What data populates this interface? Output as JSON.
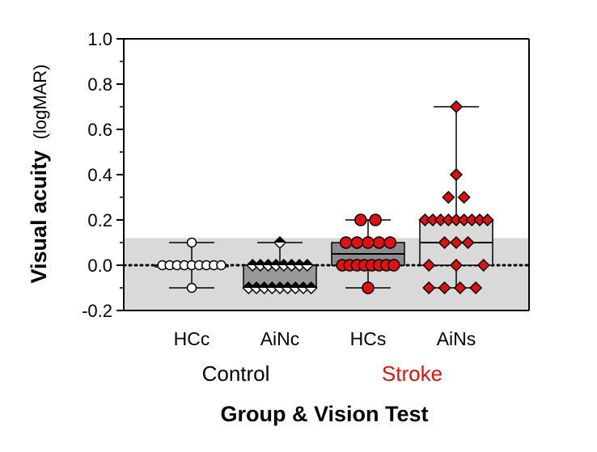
{
  "chart_data": {
    "type": "box",
    "ylabel": "Visual acuity",
    "ylabel_unit": "(logMAR)",
    "xlabel": "Group & Vision Test",
    "ylim": [
      -0.2,
      1.0
    ],
    "yticks": [
      -0.2,
      0.0,
      0.2,
      0.4,
      0.6,
      0.8,
      1.0
    ],
    "ytick_labels": [
      "-0.2",
      "0.0",
      "0.2",
      "0.4",
      "0.6",
      "0.8",
      "1.0"
    ],
    "grid": false,
    "reference_band": {
      "y0": -0.2,
      "y1": 0.12,
      "color": "#d9d9d9"
    },
    "reference_line": {
      "y": 0.0,
      "style": "dotted"
    },
    "categories": [
      "HCc",
      "AiNc",
      "HCs",
      "AiNs"
    ],
    "groups": [
      {
        "label": "Control",
        "categories": [
          "HCc",
          "AiNc"
        ],
        "color": "#000000"
      },
      {
        "label": "Stroke",
        "categories": [
          "HCs",
          "AiNs"
        ],
        "color": "#e01010"
      }
    ],
    "series": [
      {
        "category": "HCc",
        "marker": "circle",
        "marker_fill": "#ffffff",
        "box_fill": "#ffffff",
        "min": -0.1,
        "q1": 0.0,
        "median": 0.0,
        "q3": 0.0,
        "max": 0.1,
        "points": [
          {
            "x": 0,
            "y": 0.1
          },
          {
            "x": -4,
            "y": 0.0
          },
          {
            "x": -3,
            "y": 0.0
          },
          {
            "x": -2,
            "y": 0.0
          },
          {
            "x": -1,
            "y": 0.0
          },
          {
            "x": 0,
            "y": 0.0
          },
          {
            "x": 1,
            "y": 0.0
          },
          {
            "x": 2,
            "y": 0.0
          },
          {
            "x": 3,
            "y": 0.0
          },
          {
            "x": 4,
            "y": 0.0
          },
          {
            "x": 0,
            "y": -0.1
          }
        ]
      },
      {
        "category": "AiNc",
        "marker": "diamond",
        "marker_fill": "half",
        "box_fill": "#999999",
        "min": -0.1,
        "q1": -0.1,
        "median": 0.0,
        "q3": 0.0,
        "max": 0.1,
        "points": [
          {
            "x": 0,
            "y": 0.1
          },
          {
            "x": -3.5,
            "y": 0.0
          },
          {
            "x": -2.5,
            "y": 0.0
          },
          {
            "x": -1.5,
            "y": 0.0
          },
          {
            "x": -0.5,
            "y": 0.0
          },
          {
            "x": 0.5,
            "y": 0.0
          },
          {
            "x": 1.5,
            "y": 0.0
          },
          {
            "x": 2.5,
            "y": 0.0
          },
          {
            "x": 3.5,
            "y": 0.0
          },
          {
            "x": -4,
            "y": -0.1
          },
          {
            "x": -3,
            "y": -0.1
          },
          {
            "x": -2,
            "y": -0.1
          },
          {
            "x": -1,
            "y": -0.1
          },
          {
            "x": 0,
            "y": -0.1
          },
          {
            "x": 1,
            "y": -0.1
          },
          {
            "x": 2,
            "y": -0.1
          },
          {
            "x": 3,
            "y": -0.1
          },
          {
            "x": 4,
            "y": -0.1
          }
        ]
      },
      {
        "category": "HCs",
        "marker": "circle",
        "marker_fill": "#e01010",
        "box_fill": "#8c8c8c",
        "min": -0.1,
        "q1": 0.0,
        "median": 0.05,
        "q3": 0.1,
        "max": 0.2,
        "points": [
          {
            "x": -1,
            "y": 0.2
          },
          {
            "x": 1,
            "y": 0.2
          },
          {
            "x": -3,
            "y": 0.1
          },
          {
            "x": -1.5,
            "y": 0.1
          },
          {
            "x": 0,
            "y": 0.1
          },
          {
            "x": 1.5,
            "y": 0.1
          },
          {
            "x": 3,
            "y": 0.1
          },
          {
            "x": -3.5,
            "y": 0.0
          },
          {
            "x": -2.5,
            "y": 0.0
          },
          {
            "x": -1.5,
            "y": 0.0
          },
          {
            "x": -0.5,
            "y": 0.0
          },
          {
            "x": 0.5,
            "y": 0.0
          },
          {
            "x": 1.5,
            "y": 0.0
          },
          {
            "x": 2.5,
            "y": 0.0
          },
          {
            "x": 3.5,
            "y": 0.0
          },
          {
            "x": 0,
            "y": -0.1
          }
        ]
      },
      {
        "category": "AiNs",
        "marker": "diamond",
        "marker_fill": "#e01010",
        "box_fill": "#d9d9d9",
        "min": -0.1,
        "q1": 0.0,
        "median": 0.1,
        "q3": 0.2,
        "max": 0.7,
        "points": [
          {
            "x": 0,
            "y": 0.7
          },
          {
            "x": 0,
            "y": 0.4
          },
          {
            "x": -1,
            "y": 0.3
          },
          {
            "x": 1,
            "y": 0.3
          },
          {
            "x": -4,
            "y": 0.2
          },
          {
            "x": -3,
            "y": 0.2
          },
          {
            "x": -2,
            "y": 0.2
          },
          {
            "x": -1,
            "y": 0.2
          },
          {
            "x": 0,
            "y": 0.2
          },
          {
            "x": 1,
            "y": 0.2
          },
          {
            "x": 2,
            "y": 0.2
          },
          {
            "x": 3,
            "y": 0.2
          },
          {
            "x": 4,
            "y": 0.2
          },
          {
            "x": -1.5,
            "y": 0.1
          },
          {
            "x": 0,
            "y": 0.1
          },
          {
            "x": 1.5,
            "y": 0.1
          },
          {
            "x": -3.5,
            "y": 0.0
          },
          {
            "x": 0,
            "y": 0.0
          },
          {
            "x": 3.5,
            "y": 0.0
          },
          {
            "x": -3.5,
            "y": -0.1
          },
          {
            "x": -1.5,
            "y": -0.1
          },
          {
            "x": 0.5,
            "y": -0.1
          },
          {
            "x": 2.5,
            "y": -0.1
          }
        ]
      }
    ]
  }
}
